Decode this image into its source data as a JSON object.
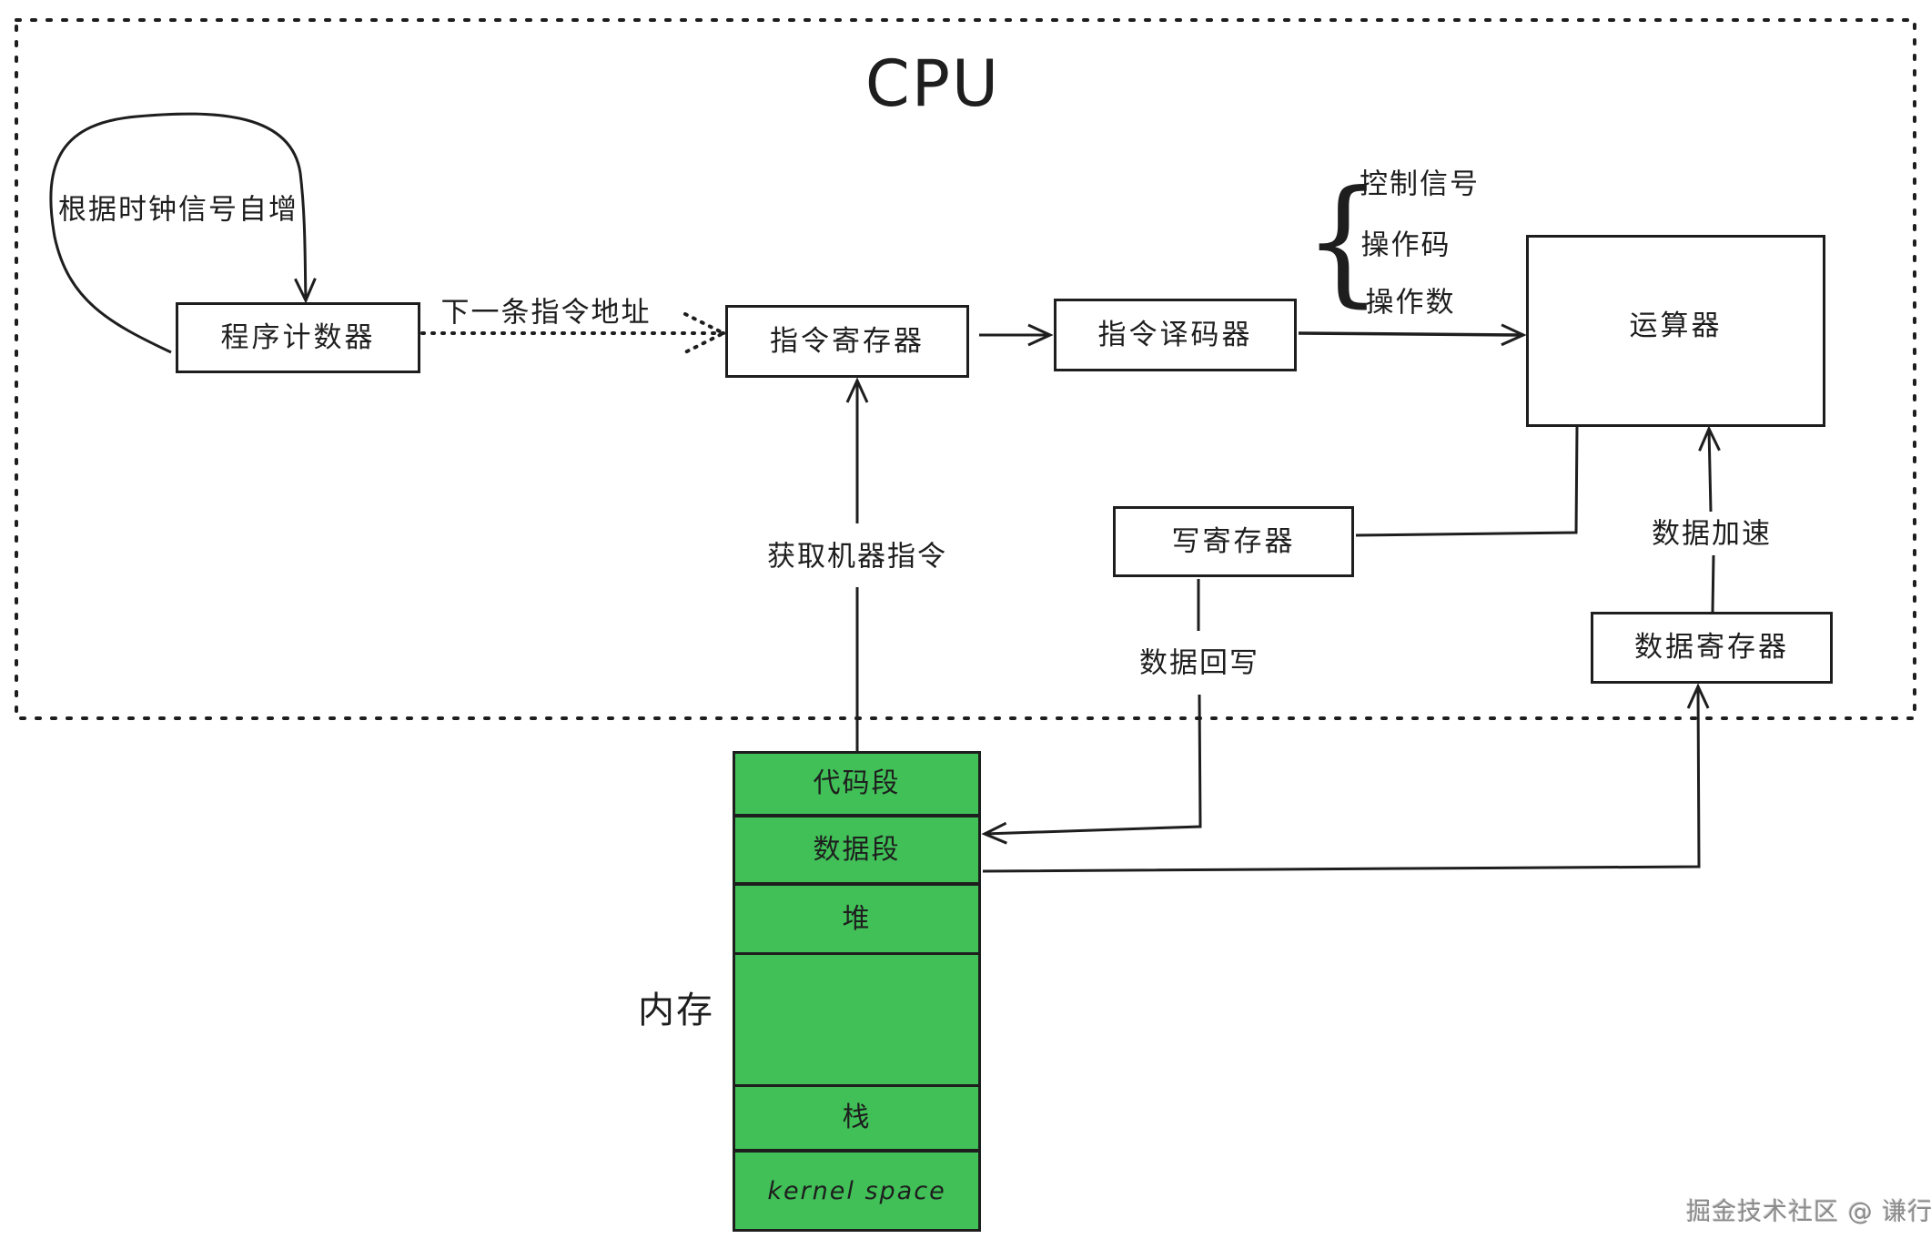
{
  "cpu": {
    "title": "CPU",
    "components": {
      "program_counter": "程序计数器",
      "instruction_register": "指令寄存器",
      "instruction_decoder": "指令译码器",
      "alu": "运算器",
      "write_register": "写寄存器",
      "data_register": "数据寄存器"
    },
    "decoder_outputs": [
      "控制信号",
      "操作码",
      "操作数"
    ],
    "edge_labels": {
      "clock_increment": "根据时钟信号自增",
      "next_instruction_address": "下一条指令地址",
      "fetch_machine_instruction": "获取机器指令",
      "data_writeback": "数据回写",
      "data_acceleration": "数据加速"
    }
  },
  "memory": {
    "label": "内存",
    "segments": {
      "code": "代码段",
      "data": "数据段",
      "heap": "堆",
      "stack": "栈",
      "kernel": "kernel space"
    },
    "fill_color": "#40c057"
  },
  "watermark": "掘金技术社区 @ 谦行"
}
